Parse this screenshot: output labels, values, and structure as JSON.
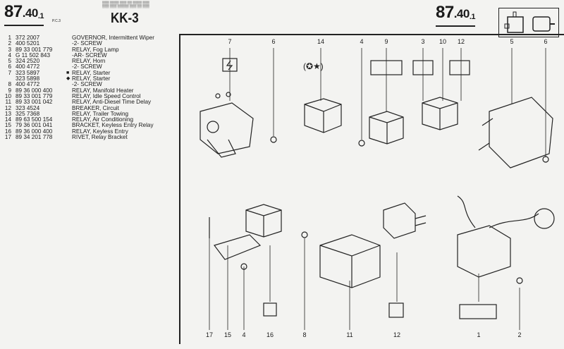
{
  "header": {
    "page_number_main": "87",
    "page_number_sub": ".40",
    "page_number_suffix": ".1",
    "page_code": "P.C.3",
    "model": "KK-3",
    "right_page_number_main": "87",
    "right_page_number_sub": ".40",
    "right_page_number_suffix": ".1"
  },
  "parts": [
    {
      "num": "1",
      "part": "372 2007",
      "sym": "",
      "desc": "GOVERNOR, Intermittent Wiper"
    },
    {
      "num": "2",
      "part": "400 5201",
      "sym": "",
      "desc": "-2- SCREW"
    },
    {
      "num": "3",
      "part": "89 33 001 779",
      "sym": "",
      "desc": "RELAY, Fog Lamp"
    },
    {
      "num": "4",
      "part": "G 11 502 843",
      "sym": "",
      "desc": "-AR- SCREW"
    },
    {
      "num": "5",
      "part": "324 2520",
      "sym": "",
      "desc": "RELAY, Horn"
    },
    {
      "num": "6",
      "part": "400 4772",
      "sym": "",
      "desc": "-2- SCREW"
    },
    {
      "num": "7",
      "part": "323 5897",
      "sym": "■",
      "desc": "RELAY, Starter"
    },
    {
      "num": "",
      "part": "323 5898",
      "sym": "◆",
      "desc": "RELAY, Starter"
    },
    {
      "num": "8",
      "part": "400 4772",
      "sym": "",
      "desc": "-2- SCREW"
    },
    {
      "num": "9",
      "part": "89 36 000 400",
      "sym": "",
      "desc": "RELAY, Manifold Heater"
    },
    {
      "num": "10",
      "part": "89 33 001 779",
      "sym": "",
      "desc": "RELAY, Idle Speed Control"
    },
    {
      "num": "11",
      "part": "89 33 001 042",
      "sym": "",
      "desc": "RELAY, Anti-Diesel Time Delay"
    },
    {
      "num": "12",
      "part": "323 4524",
      "sym": "",
      "desc": "BREAKER, Circuit"
    },
    {
      "num": "13",
      "part": "325 7368",
      "sym": "",
      "desc": "RELAY, Trailer Towing"
    },
    {
      "num": "14",
      "part": "89 63 500 154",
      "sym": "",
      "desc": "RELAY, Air Conditioning"
    },
    {
      "num": "15",
      "part": "79 36 001 041",
      "sym": "",
      "desc": "BRACKET, Keyless Entry Relay"
    },
    {
      "num": "16",
      "part": "89 36 000 400",
      "sym": "",
      "desc": "RELAY, Keyless Entry"
    },
    {
      "num": "17",
      "part": "89 34 201 778",
      "sym": "",
      "desc": "RIVET, Relay Bracket"
    }
  ],
  "callouts_top": [
    "7",
    "6",
    "14",
    "4",
    "9",
    "3",
    "10",
    "12",
    "5",
    "6"
  ],
  "callouts_bottom": [
    "17",
    "15",
    "4",
    "16",
    "8",
    "11",
    "12",
    "1",
    "2"
  ]
}
